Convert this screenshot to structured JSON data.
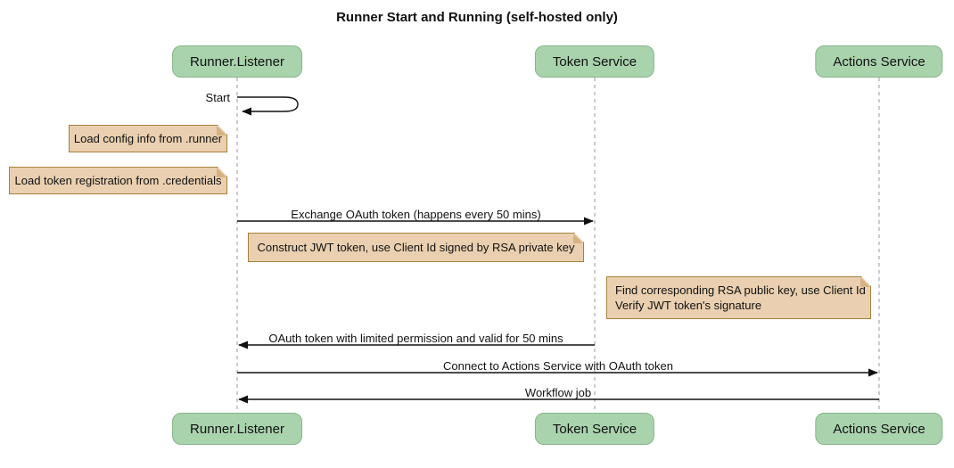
{
  "title": "Runner Start and Running (self-hosted only)",
  "participants": [
    {
      "label": "Runner.Listener"
    },
    {
      "label": "Token Service"
    },
    {
      "label": "Actions Service"
    }
  ],
  "messages": {
    "start": "Start",
    "exchange": "Exchange OAuth token (happens every 50 mins)",
    "oauth_return": "OAuth token with limited permission and valid for 50 mins",
    "connect": "Connect to Actions Service with OAuth token",
    "workflow": "Workflow job"
  },
  "notes": {
    "load_config": "Load config info from .runner",
    "load_credentials": "Load token registration from .credentials",
    "construct_jwt": "Construct JWT token, use Client Id signed by RSA private key",
    "verify_jwt_line1": "Find corresponding RSA public key, use Client Id",
    "verify_jwt_line2": "Verify JWT token's signature"
  },
  "colors": {
    "actor_fill": "#a9d3ac",
    "actor_border": "#86b48a",
    "note_fill": "#ead0b0",
    "note_border": "#a5813d",
    "lifeline": "#9a9a9a",
    "arrow": "#111111"
  }
}
